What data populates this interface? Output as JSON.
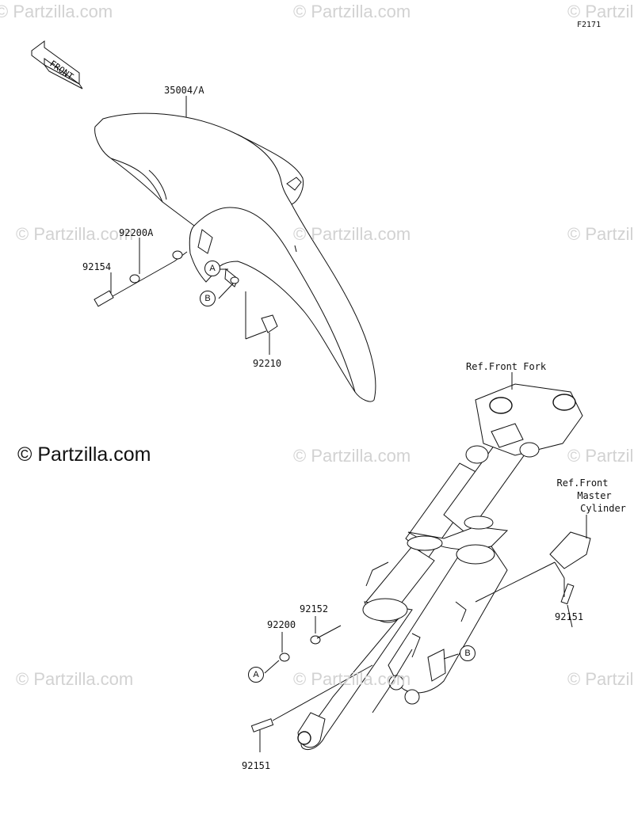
{
  "figure_id": "F2171",
  "watermark": "© Partzilla.com",
  "front_arrow_label": "FRONT",
  "parts": {
    "fender": "35004/A",
    "washer_upper": "92200A",
    "bolt_upper": "92154",
    "nut_clip": "92210",
    "ref_fork": "Ref.Front Fork",
    "ref_master_line1": "Ref.Front",
    "ref_master_line2": "Master",
    "ref_master_line3": "Cylinder",
    "bolt_clamp": "92151",
    "collar": "92152",
    "washer_lower": "92200",
    "bolt_lower": "92151"
  },
  "callouts": {
    "a": "A",
    "b": "B"
  }
}
